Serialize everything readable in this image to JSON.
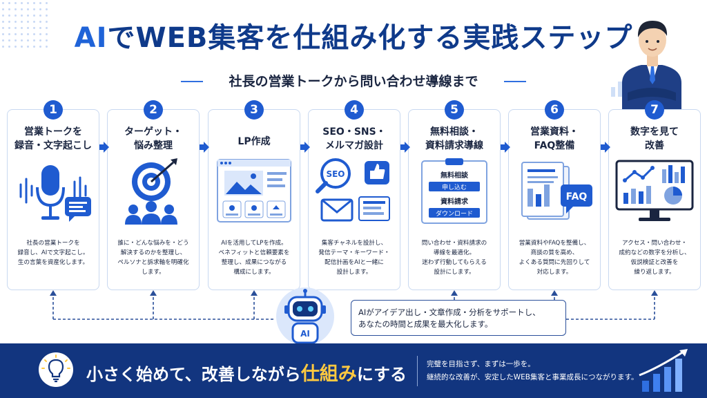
{
  "header": {
    "title_ai": "AI",
    "title_rest": "でWEB集客を仕組み化する実践ステップ",
    "subtitle": "社長の営業トークから問い合わせ導線まで"
  },
  "steps": [
    {
      "num": "1",
      "title1": "営業トークを",
      "title2": "録音・文字起こし",
      "desc": [
        "社長の営業トークを",
        "録音し、AIで文字起こし。",
        "生の言葉を資産化します。"
      ]
    },
    {
      "num": "2",
      "title1": "ターゲット・",
      "title2": "悩み整理",
      "desc": [
        "誰に・どんな悩みを・どう",
        "解決するのかを整理し、",
        "ペルソナと訴求軸を明確化",
        "します。"
      ]
    },
    {
      "num": "3",
      "title1": "LP作成",
      "title2": "",
      "desc": [
        "AIを活用してLPを作成。",
        "ベネフィットと信頼要素を",
        "整理し、成果につながる",
        "構成にします。"
      ]
    },
    {
      "num": "4",
      "title1": "SEO・SNS・",
      "title2": "メルマガ設計",
      "desc": [
        "集客チャネルを設計し、",
        "発信テーマ・キーワード・",
        "配信計画をAIと一緒に",
        "設計します。"
      ]
    },
    {
      "num": "5",
      "title1": "無料相談・",
      "title2": "資料請求導線",
      "desc": [
        "問い合わせ・資料請求の",
        "導線を最適化。",
        "迷わず行動してもらえる",
        "設計にします。"
      ]
    },
    {
      "num": "6",
      "title1": "営業資料・",
      "title2": "FAQ整備",
      "desc": [
        "営業資料やFAQを整備し、",
        "商談の質を高め、",
        "よくある質問に先回りして",
        "対応します。"
      ]
    },
    {
      "num": "7",
      "title1": "数字を見て",
      "title2": "改善",
      "desc": [
        "アクセス・問い合わせ・",
        "成約などの数字を分析し、",
        "仮説検証と改善を",
        "繰り返します。"
      ]
    }
  ],
  "icons": {
    "seo_label": "SEO",
    "ai_label": "AI",
    "faq_label": "FAQ",
    "form1_title": "無料相談",
    "form1_button": "申し込む",
    "form2_title": "資料請求",
    "form2_button": "ダウンロード"
  },
  "ai_support": {
    "line1": "AIがアイデア出し・文章作成・分析をサポートし、",
    "line2": "あなたの時間と成果を最大化します。"
  },
  "footer": {
    "main_before": "小さく始めて、改善しながら",
    "main_highlight": "仕組み",
    "main_after": "にする",
    "sub1": "完璧を目指さず、まずは一歩を。",
    "sub2": "継続的な改善が、安定したWEB集客と事業成長につながります。"
  },
  "colors": {
    "primary": "#1f5bd0",
    "dark_navy": "#12357f",
    "accent_yellow": "#ffc940",
    "light_blue": "#dbe7fb"
  }
}
